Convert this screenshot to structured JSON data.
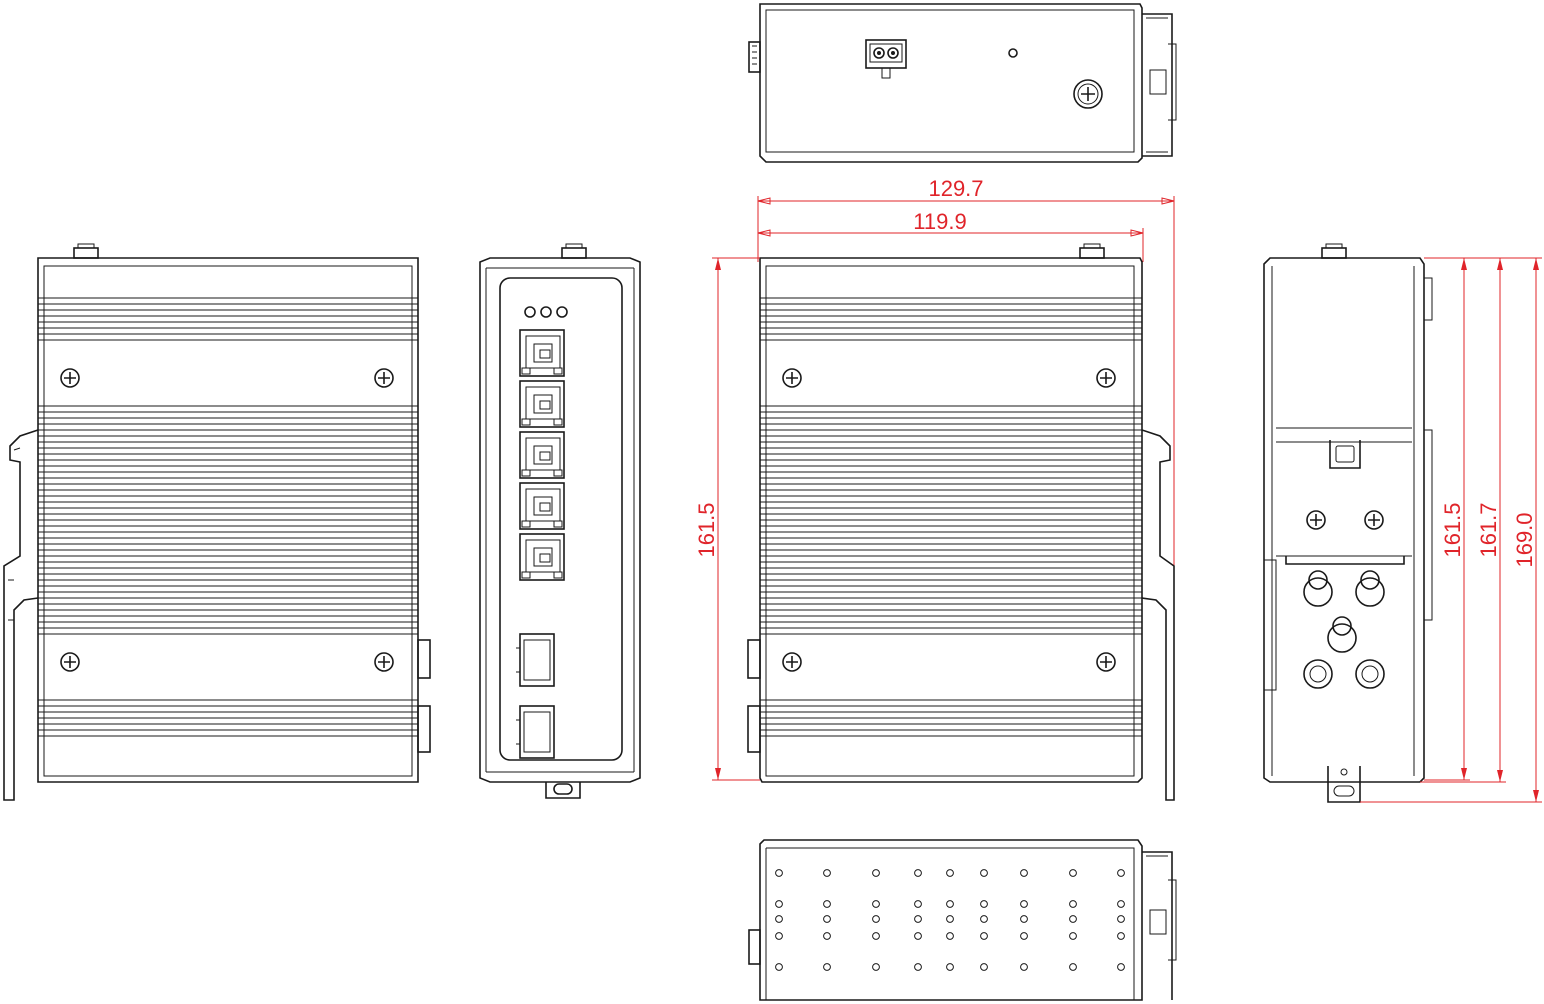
{
  "colors": {
    "line": "#1a1a1a",
    "dimension": "#e0242a",
    "background": "#ffffff"
  },
  "dimensions": {
    "overall_width": "129.7",
    "body_width": "119.9",
    "height_front": "161.5",
    "height_side_body": "161.5",
    "height_side_clip": "161.7",
    "height_side_total": "169.0"
  },
  "views": [
    {
      "name": "top-view"
    },
    {
      "name": "left-side-view"
    },
    {
      "name": "front-panel-view"
    },
    {
      "name": "rear-view"
    },
    {
      "name": "din-rail-side-view"
    },
    {
      "name": "bottom-view"
    }
  ],
  "front_panel": {
    "leds": 3,
    "rj45_ports": 5,
    "sfp_ports": 2
  }
}
